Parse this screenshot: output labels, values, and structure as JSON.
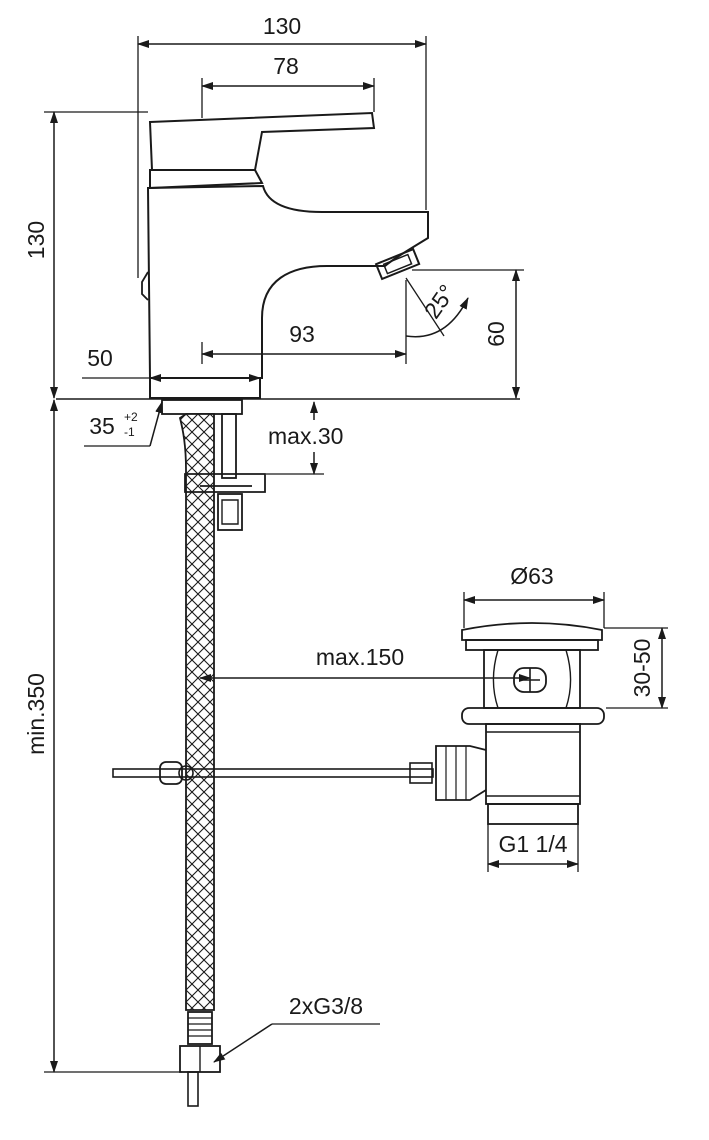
{
  "dimensions": {
    "overall_width": "130",
    "lever_length": "78",
    "overall_height": "130",
    "base_diameter": "50",
    "spout_reach": "93",
    "spout_height": "60",
    "spout_angle": "25°",
    "hole_diameter_value": "35",
    "hole_tolerance_plus": "+2",
    "hole_tolerance_minus": "-1",
    "deck_thickness": "max.30",
    "hose_length": "min.350",
    "rod_distance": "max.150",
    "waste_diameter": "Ø63",
    "waste_height": "30-50",
    "waste_thread": "G1 1/4",
    "hose_connection": "2xG3/8"
  }
}
